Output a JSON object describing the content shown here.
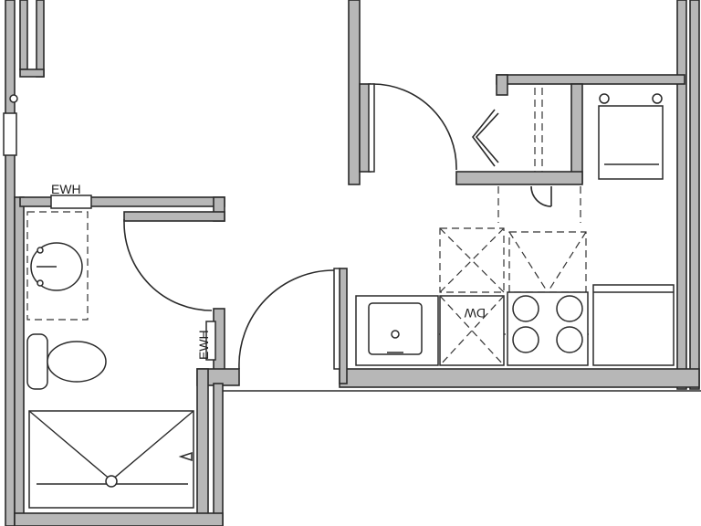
{
  "labels": {
    "ewh_top": "EWH",
    "ewh_side": "EWH",
    "dw": "DW"
  },
  "colors": {
    "wall_fill": "#b7b7b7",
    "line": "#2a2a2a",
    "background": "#ffffff"
  }
}
